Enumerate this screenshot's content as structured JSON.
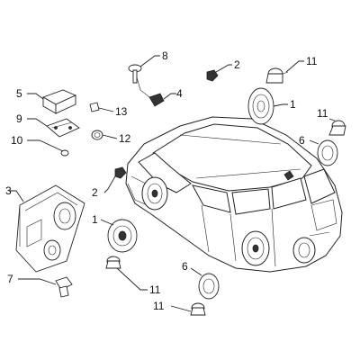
{
  "callouts": {
    "c1a": "1",
    "c1b": "1",
    "c2a": "2",
    "c2b": "2",
    "c3": "3",
    "c4": "4",
    "c5": "5",
    "c6a": "6",
    "c6b": "6",
    "c7": "7",
    "c8": "8",
    "c9": "9",
    "c10": "10",
    "c11a": "11",
    "c11b": "11",
    "c11c": "11",
    "c11d": "11",
    "c12": "12",
    "c13": "13"
  }
}
